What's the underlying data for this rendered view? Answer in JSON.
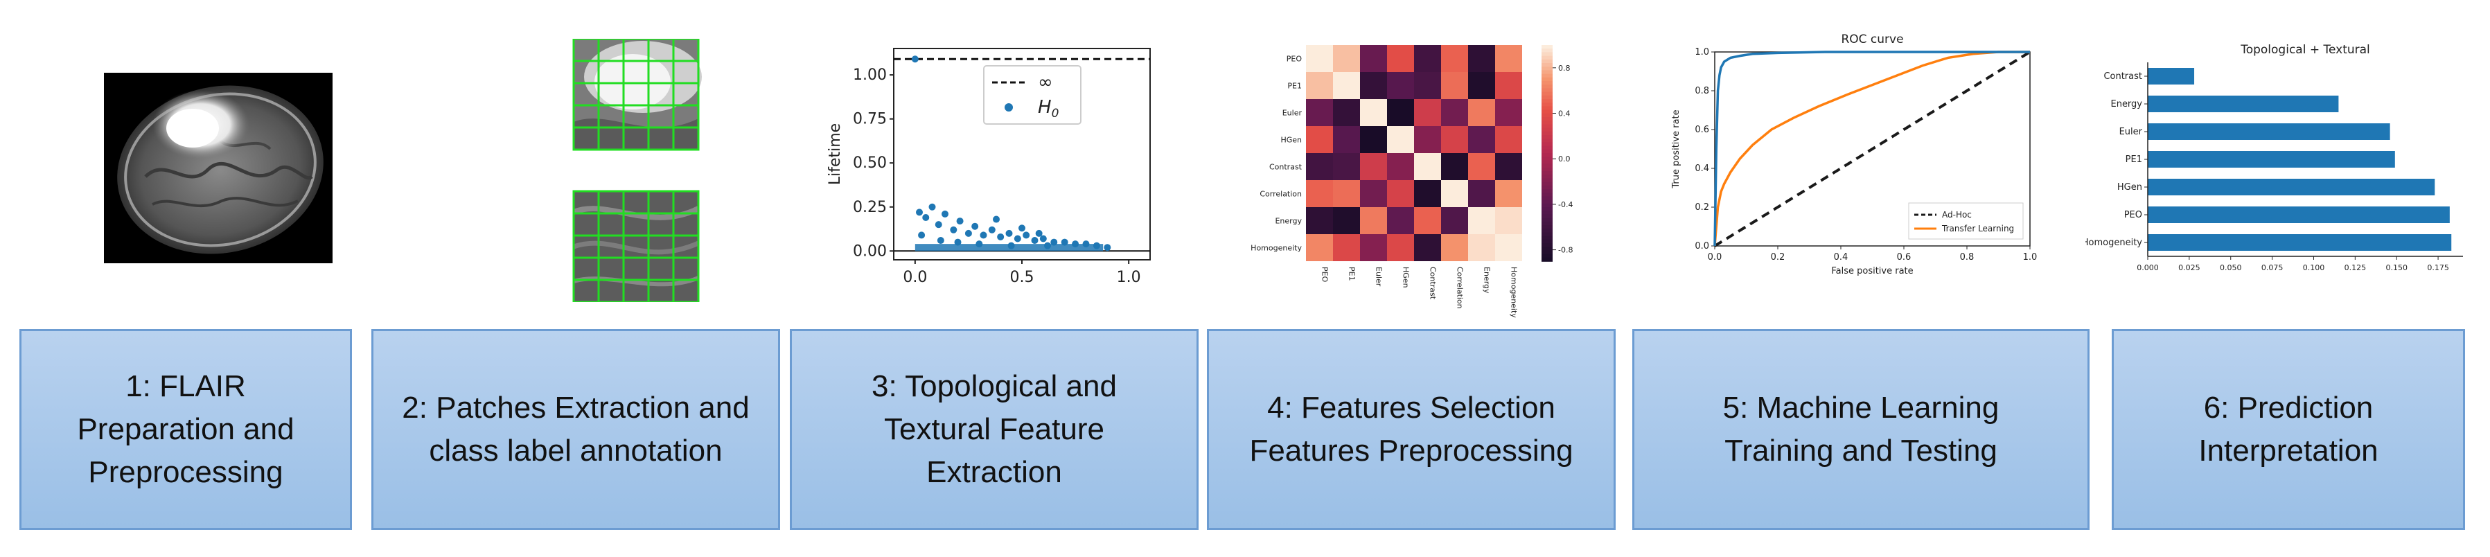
{
  "steps": [
    {
      "label": "1: FLAIR\nPreparation and\nPreprocessing"
    },
    {
      "label": "2: Patches Extraction and\nclass label annotation"
    },
    {
      "label": "3: Topological  and\nTextural Feature\nExtraction"
    },
    {
      "label": "4: Features Selection\nFeatures Preprocessing"
    },
    {
      "label": "5: Machine Learning\nTraining and Testing"
    },
    {
      "label": "6: Prediction\nInterpretation"
    }
  ],
  "colors": {
    "box_fill": "#a7c6ea",
    "box_border": "#6c9cd2",
    "blue": "#1f77b4",
    "orange": "#ff7f0e",
    "patch_grid": "#22dd22"
  },
  "images": {
    "mri_icon": "brain-mri-flair-slice",
    "patch_icons": [
      "tumor-patch-grid",
      "healthy-patch-grid"
    ]
  },
  "chart_data": [
    {
      "type": "scatter",
      "title": "",
      "ylabel": "Lifetime",
      "xlim": [
        -0.1,
        1.1
      ],
      "ylim": [
        -0.05,
        1.15
      ],
      "xticks": [
        "0.0",
        "0.5",
        "1.0"
      ],
      "yticks": [
        "0.00",
        "0.25",
        "0.50",
        "0.75",
        "1.00"
      ],
      "legend": [
        "∞",
        "H0"
      ],
      "legend_position": "top-center",
      "infinity_line": 1.09,
      "points": [
        [
          0.02,
          0.22
        ],
        [
          0.05,
          0.19
        ],
        [
          0.08,
          0.25
        ],
        [
          0.11,
          0.15
        ],
        [
          0.14,
          0.21
        ],
        [
          0.18,
          0.12
        ],
        [
          0.21,
          0.17
        ],
        [
          0.25,
          0.1
        ],
        [
          0.28,
          0.14
        ],
        [
          0.32,
          0.09
        ],
        [
          0.36,
          0.12
        ],
        [
          0.4,
          0.08
        ],
        [
          0.44,
          0.1
        ],
        [
          0.48,
          0.07
        ],
        [
          0.52,
          0.09
        ],
        [
          0.56,
          0.06
        ],
        [
          0.6,
          0.07
        ],
        [
          0.65,
          0.05
        ],
        [
          0.7,
          0.05
        ],
        [
          0.75,
          0.04
        ],
        [
          0.8,
          0.04
        ],
        [
          0.85,
          0.03
        ],
        [
          0.9,
          0.02
        ],
        [
          0.03,
          0.09
        ],
        [
          0.12,
          0.06
        ],
        [
          0.2,
          0.05
        ],
        [
          0.3,
          0.04
        ],
        [
          0.45,
          0.03
        ],
        [
          0.62,
          0.03
        ],
        [
          0.38,
          0.18
        ],
        [
          0.5,
          0.13
        ],
        [
          0.58,
          0.1
        ]
      ]
    },
    {
      "type": "heatmap",
      "title": "",
      "labels": [
        "PEO",
        "PE1",
        "Euler",
        "HGen",
        "Contrast",
        "Correlation",
        "Energy",
        "Homogeneity"
      ],
      "colorbar_ticks": [
        "0.8",
        "0.4",
        "0.0",
        "-0.4",
        "-0.8"
      ],
      "range": [
        -0.9,
        1.0
      ],
      "matrix": [
        [
          1.0,
          0.85,
          -0.35,
          0.4,
          -0.6,
          0.5,
          -0.75,
          0.65
        ],
        [
          0.85,
          1.0,
          -0.7,
          -0.45,
          -0.55,
          0.55,
          -0.85,
          0.35
        ],
        [
          -0.35,
          -0.7,
          1.0,
          -0.9,
          0.25,
          -0.3,
          0.6,
          -0.2
        ],
        [
          0.4,
          -0.45,
          -0.9,
          1.0,
          -0.2,
          0.3,
          -0.4,
          0.35
        ],
        [
          -0.6,
          -0.55,
          0.25,
          -0.2,
          1.0,
          -0.85,
          0.5,
          -0.75
        ],
        [
          0.5,
          0.55,
          -0.3,
          0.3,
          -0.85,
          1.0,
          -0.5,
          0.7
        ],
        [
          -0.75,
          -0.85,
          0.6,
          -0.4,
          0.5,
          -0.5,
          1.0,
          0.95
        ],
        [
          0.65,
          0.35,
          -0.2,
          0.35,
          -0.75,
          0.7,
          0.95,
          1.0
        ]
      ]
    },
    {
      "type": "line",
      "title": "ROC curve",
      "xlabel": "False positive rate",
      "ylabel": "True positive rate",
      "xlim": [
        0,
        1
      ],
      "ylim": [
        0,
        1
      ],
      "ticks": [
        "0.0",
        "0.2",
        "0.4",
        "0.6",
        "0.8",
        "1.0"
      ],
      "legend_position": "bottom-right",
      "series": [
        {
          "name": "Ad-Hoc",
          "color": "#1a1a1a",
          "dashed": true,
          "x": [
            0,
            1
          ],
          "y": [
            0,
            1
          ]
        },
        {
          "name": "Transfer Learning",
          "color": "#ff7f0e",
          "dashed": false,
          "x": [
            0,
            0.01,
            0.02,
            0.03,
            0.05,
            0.08,
            0.12,
            0.18,
            0.25,
            0.33,
            0.42,
            0.5,
            0.58,
            0.66,
            0.74,
            0.82,
            0.9,
            1.0
          ],
          "y": [
            0,
            0.2,
            0.28,
            0.32,
            0.38,
            0.45,
            0.52,
            0.6,
            0.66,
            0.72,
            0.78,
            0.83,
            0.88,
            0.93,
            0.97,
            0.99,
            1.0,
            1.0
          ]
        },
        {
          "name": "",
          "color": "#1f77b4",
          "dashed": false,
          "x": [
            0,
            0.005,
            0.01,
            0.015,
            0.02,
            0.03,
            0.05,
            0.08,
            0.12,
            0.2,
            0.35,
            0.5,
            0.7,
            1.0
          ],
          "y": [
            0,
            0.5,
            0.8,
            0.88,
            0.92,
            0.95,
            0.97,
            0.98,
            0.99,
            0.995,
            1.0,
            1.0,
            1.0,
            1.0
          ]
        }
      ]
    },
    {
      "type": "bar",
      "orientation": "horizontal",
      "title": "Topological + Textural",
      "categories": [
        "Contrast",
        "Energy",
        "Euler",
        "PE1",
        "HGen",
        "PEO",
        "Homogeneity"
      ],
      "values": [
        0.028,
        0.115,
        0.146,
        0.149,
        0.173,
        0.182,
        0.183
      ],
      "xlim": [
        0,
        0.19
      ],
      "xticks": [
        "0.000",
        "0.025",
        "0.050",
        "0.075",
        "0.100",
        "0.125",
        "0.150",
        "0.175"
      ]
    }
  ]
}
